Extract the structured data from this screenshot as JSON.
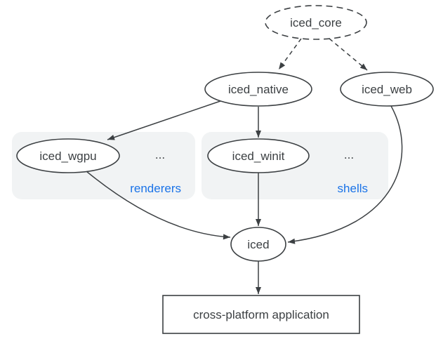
{
  "nodes": {
    "iced_core": "iced_core",
    "iced_native": "iced_native",
    "iced_web": "iced_web",
    "iced_wgpu": "iced_wgpu",
    "iced_winit": "iced_winit",
    "iced": "iced",
    "application": "cross-platform application"
  },
  "groups": {
    "renderers": {
      "label": "renderers",
      "ellipsis": "..."
    },
    "shells": {
      "label": "shells",
      "ellipsis": "..."
    }
  },
  "edges": [
    {
      "from": "iced_core",
      "to": "iced_native",
      "style": "dashed"
    },
    {
      "from": "iced_core",
      "to": "iced_web",
      "style": "dashed"
    },
    {
      "from": "iced_native",
      "to": "iced_wgpu",
      "style": "solid"
    },
    {
      "from": "iced_native",
      "to": "iced_winit",
      "style": "solid"
    },
    {
      "from": "iced_wgpu",
      "to": "iced",
      "style": "solid-curved"
    },
    {
      "from": "iced_winit",
      "to": "iced",
      "style": "solid"
    },
    {
      "from": "iced_web",
      "to": "iced",
      "style": "solid-curved"
    },
    {
      "from": "iced",
      "to": "application",
      "style": "solid"
    }
  ],
  "colors": {
    "stroke": "#3c4043",
    "text": "#3c4043",
    "accent_blue": "#1a73e8",
    "group_fill": "#f1f3f4",
    "background": "#ffffff"
  }
}
